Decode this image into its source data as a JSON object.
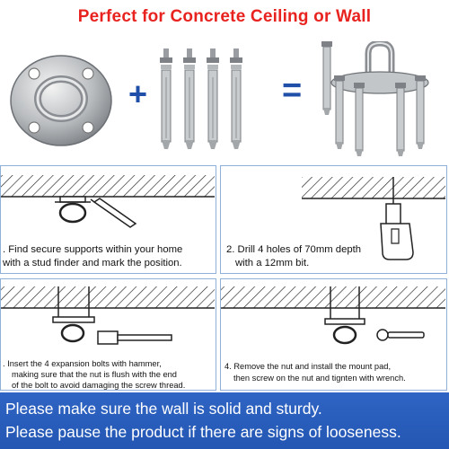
{
  "title": "Perfect for Concrete Ceiling or Wall",
  "operators": {
    "plus": "+",
    "equals": "="
  },
  "icons": {
    "mount_pad": "mount-pad-icon",
    "bolts": "expansion-bolts-icon",
    "assembled": "assembled-mount-icon",
    "drill": "drill-icon",
    "hammer": "hammer-icon",
    "wrench": "wrench-icon"
  },
  "steps": [
    {
      "line1": ". Find secure supports within your home",
      "line2": "with a stud finder and mark the position."
    },
    {
      "line1": "2. Drill 4 holes of 70mm depth",
      "line2": "with a 12mm bit."
    },
    {
      "line1": ". Insert the 4 expansion bolts with hammer,",
      "line2": "making sure that the nut is flush with the end",
      "line3": "of the bolt to avoid damaging the screw thread."
    },
    {
      "line1": "4. Remove the nut and install the mount pad,",
      "line2": "then screw on the nut and tignten with wrench."
    }
  ],
  "banner": {
    "line1": "Please make sure the wall is solid and sturdy.",
    "line2": "Please pause the product if there are signs of looseness."
  },
  "colors": {
    "title": "#e8231f",
    "operator": "#1f4fa8",
    "banner": "#2457b3",
    "panel_border": "#8fb0d8"
  }
}
